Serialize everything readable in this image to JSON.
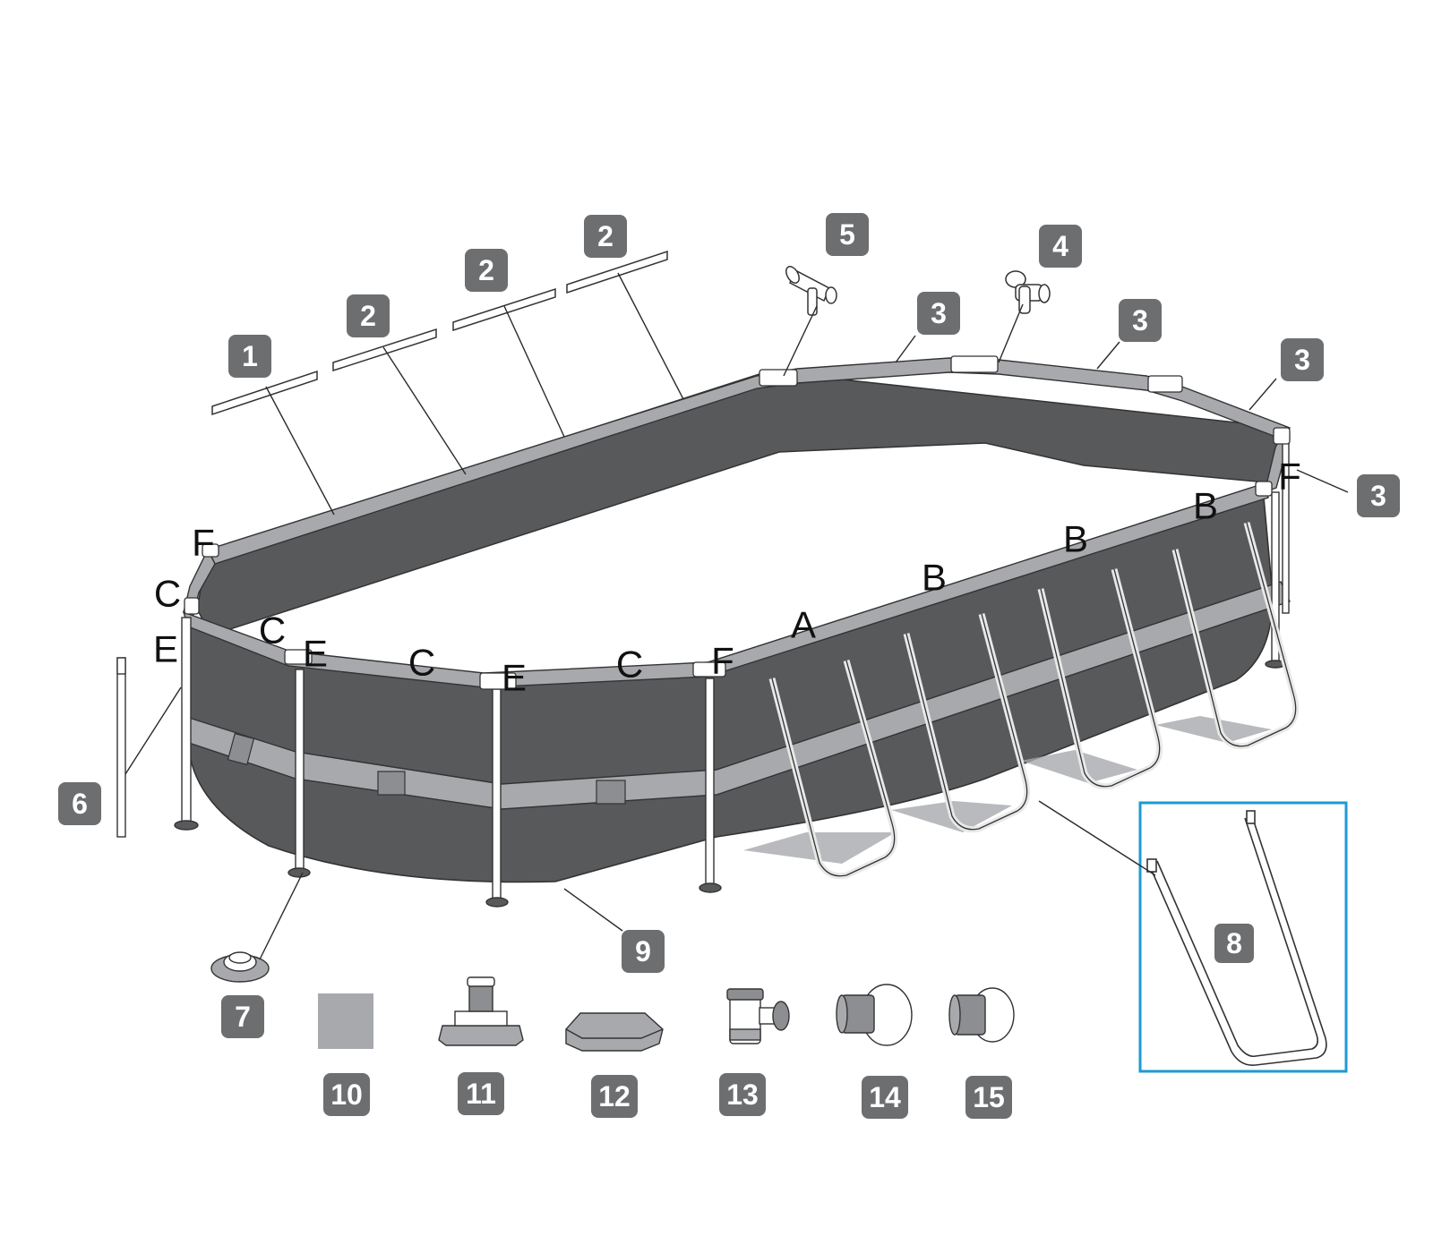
{
  "callouts": [
    "1",
    "2",
    "2",
    "2",
    "5",
    "3",
    "4",
    "3",
    "3",
    "3",
    "6",
    "7",
    "8",
    "9",
    "10",
    "11",
    "12",
    "13",
    "14",
    "15"
  ],
  "frame_labels": [
    "F",
    "C",
    "E",
    "C",
    "E",
    "C",
    "E",
    "C",
    "F",
    "A",
    "B",
    "B",
    "B",
    "F"
  ],
  "colors": {
    "liner_dark": "#58595b",
    "rail_light": "#a7a9ac",
    "badge": "#6d6e70",
    "highlight": "#1e9ad6"
  },
  "icons": [
    "t-connector-icon",
    "t-joint-icon",
    "leg-icon",
    "foot-cap-icon",
    "ground-cloth-icon",
    "drain-cap-icon",
    "drain-plug-icon",
    "skimmer-icon",
    "inlet-strainer-icon",
    "connector-icon",
    "u-support-icon"
  ]
}
